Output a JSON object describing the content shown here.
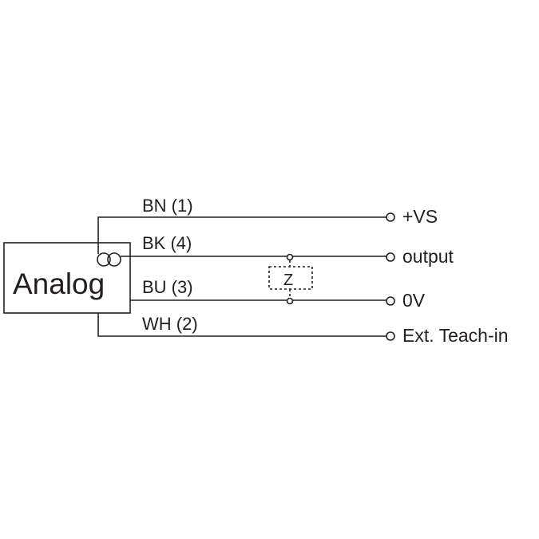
{
  "device": {
    "label": "Analog"
  },
  "wires": [
    {
      "label": "BN (1)",
      "terminal": "+VS"
    },
    {
      "label": "BK (4)",
      "terminal": "output"
    },
    {
      "label": "BU (3)",
      "terminal": "0V"
    },
    {
      "label": "WH (2)",
      "terminal": "Ext. Teach-in"
    }
  ],
  "load": {
    "label": "Z"
  },
  "colors": {
    "line": "#231f20",
    "background": "#ffffff"
  }
}
